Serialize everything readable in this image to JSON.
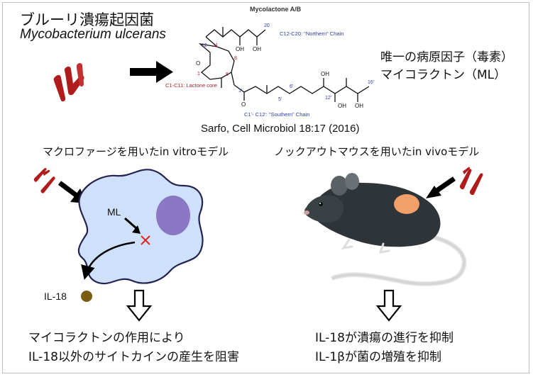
{
  "header": {
    "bacterium_jp": "ブルーリ潰瘍起因菌",
    "bacterium_latin": "Mycobacterium ulcerans"
  },
  "molecule": {
    "title": "Mycolactone A/B",
    "northern_chain": "C12-C20: \"Northern\" Chain",
    "lactone_core": "C1-C11: Lactone core",
    "southern_chain": "C1'- C12': \"Southern\" Chain",
    "atom_labels": {
      "c12": "12",
      "c11": "11",
      "c8": "8",
      "c5": "5",
      "c1": "1",
      "c20": "20",
      "c1p": "1'",
      "c5p": "5'",
      "c6p": "6'",
      "c12p": "12'",
      "c16p": "16'",
      "oh": "OH",
      "o": "O"
    }
  },
  "toxin": {
    "line1": "唯一の病原因子（毒素）",
    "line2": "マイコラクトン（ML）"
  },
  "citation": "Sarfo, Cell Microbiol 18:17 (2016)",
  "models": {
    "left_title": "マクロファージを用いたin vitroモデル",
    "right_title": "ノックアウトマウスを用いたin vivoモデル"
  },
  "labels": {
    "ml": "ML",
    "il18": "IL-18"
  },
  "results": {
    "left_line1": "マイコラクトンの作用により",
    "left_line2": "IL-18以外のサイトカインの産生を阻害",
    "right_line1": "IL-18が潰瘍の進行を抑制",
    "right_line2": "IL-1βが菌の増殖を抑制"
  },
  "colors": {
    "bacterium_red": "#b01c1c",
    "macrophage_fill": "#cfe0fa",
    "macrophage_stroke": "#23234f",
    "nucleus": "#8a78c4",
    "mouse_body": "#2e3438",
    "mouse_spot": "#f2a06a",
    "il18_dot": "#7a5c12",
    "chain_blue": "#2a3cb0",
    "core_red": "#b0202a"
  }
}
